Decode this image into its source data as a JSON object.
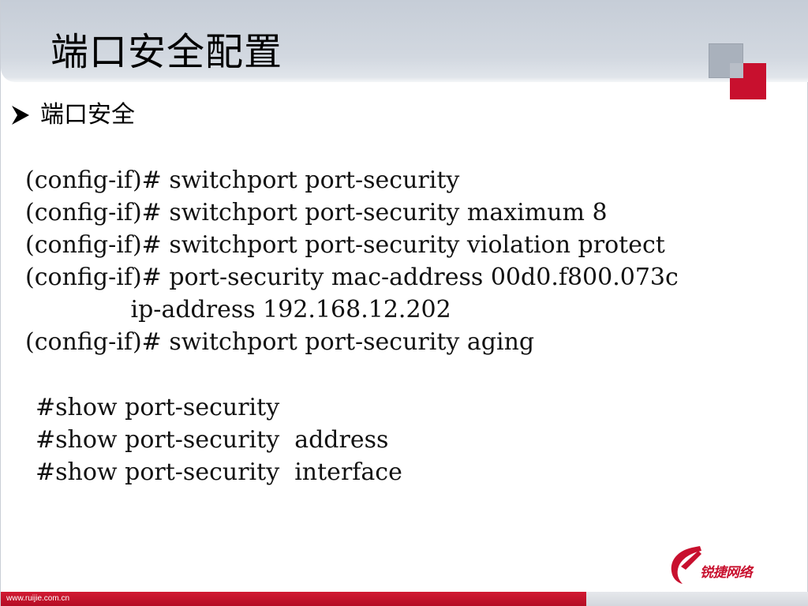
{
  "slide": {
    "title": "端口安全配置",
    "bullet": {
      "icon": "arrow-bullet-icon",
      "text": "端口安全"
    },
    "config_lines": [
      "(config-if)# switchport port-security",
      "(config-if)# switchport port-security maximum 8",
      "(config-if)# switchport port-security violation protect",
      "(config-if)# port-security mac-address 00d0.f800.073c",
      "              ip-address 192.168.12.202",
      "(config-if)# switchport port-security aging"
    ],
    "show_lines": [
      "#show port-security",
      "#show port-security  address",
      "#show port-security  interface"
    ]
  },
  "branding": {
    "logo_text": "锐捷网络",
    "footer_url": "www.ruijie.com.cn",
    "accent_color": "#c8102e",
    "header_color": "#c6cdd7"
  }
}
